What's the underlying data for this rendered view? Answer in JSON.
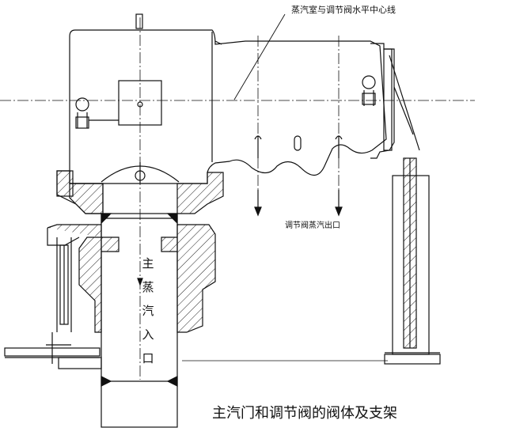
{
  "labels": {
    "top": "蒸汽室与调节阀水平中心线",
    "outlet": "调节阀蒸汽出口",
    "inlet_vertical": "主蒸汽入口",
    "caption": "主汽门和调节阀的阀体及支架"
  }
}
